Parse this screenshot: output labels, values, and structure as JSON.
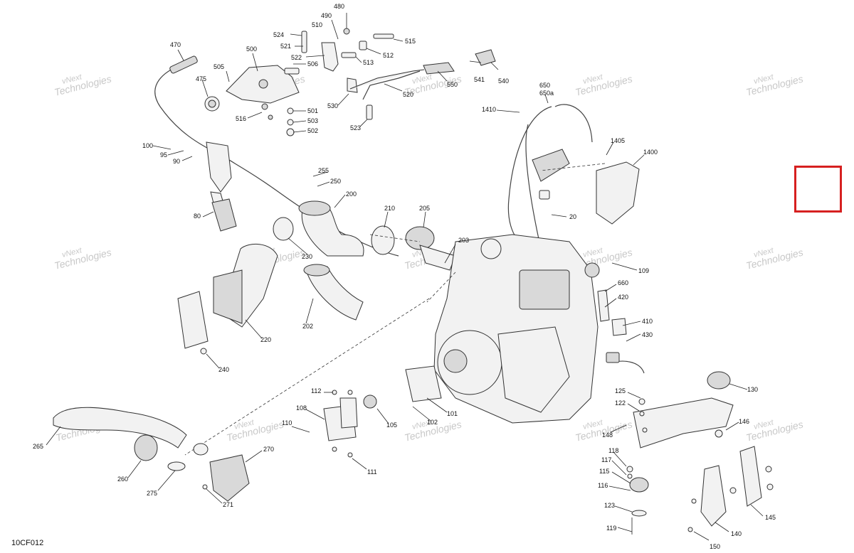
{
  "figure_code": "10CF012",
  "watermark": {
    "line1": "vNext",
    "line2": "Technologies"
  },
  "highlight_color": "#d62020",
  "callouts": {
    "c480": "480",
    "c490": "490",
    "c510": "510",
    "c524": "524",
    "c521": "521",
    "c522": "522",
    "c515": "515",
    "c512": "512",
    "c513": "513",
    "c470": "470",
    "c500": "500",
    "c505": "505",
    "c506": "506",
    "c475": "475",
    "c530": "530",
    "c501": "501",
    "c503": "503",
    "c502": "502",
    "c516": "516",
    "c523": "523",
    "c520": "520",
    "c550": "550",
    "c541": "541",
    "c540": "540",
    "c650": "650",
    "c650a": "650a",
    "c1410": "1410",
    "c1405": "1405",
    "c1400": "1400",
    "c100": "100",
    "c95": "95",
    "c90": "90",
    "c80": "80",
    "c255": "255",
    "c250": "250",
    "c200": "200",
    "c210": "210",
    "c205": "205",
    "c203": "203",
    "c20": "20",
    "c230": "230",
    "c109": "109",
    "c660": "660",
    "c420": "420",
    "c410": "410",
    "c430": "430",
    "c202": "202",
    "c220": "220",
    "c240": "240",
    "c112": "112",
    "c108": "108",
    "c110": "110",
    "c105": "105",
    "c102": "102",
    "c101": "101",
    "c111": "111",
    "c125": "125",
    "c122": "122",
    "c148": "148",
    "c130": "130",
    "c146": "146",
    "c118": "118",
    "c117": "117",
    "c115": "115",
    "c116": "116",
    "c123": "123",
    "c119": "119",
    "c150": "150",
    "c140": "140",
    "c145": "145",
    "c265": "265",
    "c260": "260",
    "c275": "275",
    "c270": "270",
    "c271": "271"
  }
}
